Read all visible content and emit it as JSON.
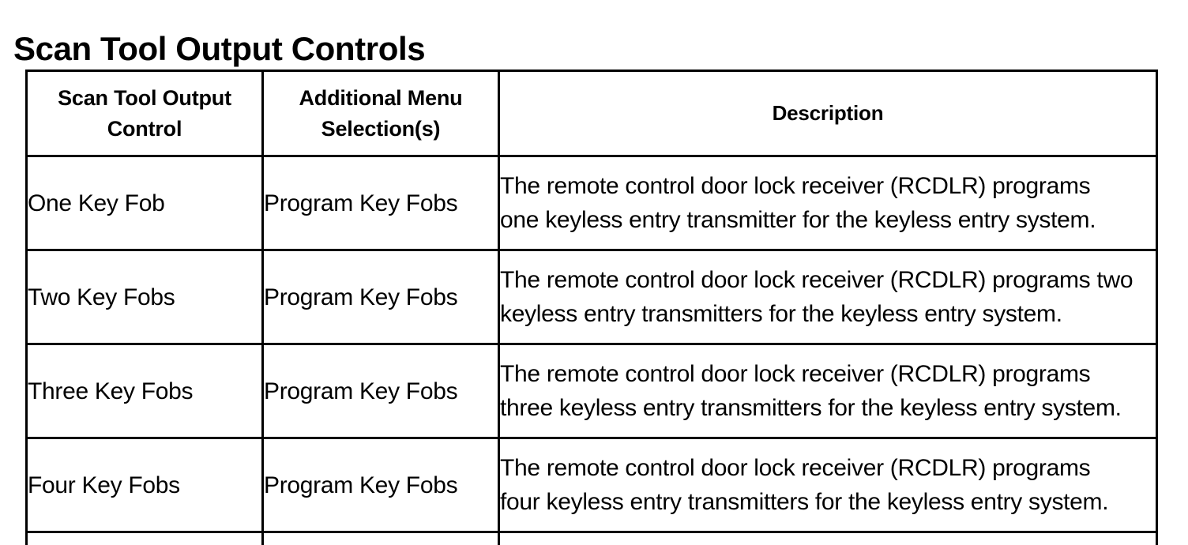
{
  "page": {
    "title": "Scan Tool Output Controls",
    "background_color": "#ffffff",
    "text_color": "#000000",
    "border_color": "#000000"
  },
  "table": {
    "headers": {
      "control": "Scan Tool Output\nControl",
      "control_line1": "Scan Tool Output",
      "control_line2": "Control",
      "menu": "Additional Menu\nSelection(s)",
      "menu_line1": "Additional Menu",
      "menu_line2": "Selection(s)",
      "description": "Description"
    },
    "rows": [
      {
        "control": "One Key Fob",
        "menu": "Program Key Fobs",
        "description": "The remote control door lock receiver (RCDLR) programs one keyless entry transmitter for the keyless entry system.",
        "description_line1": "The remote control door lock receiver (RCDLR) programs",
        "description_line2": "one keyless entry transmitter for the keyless entry system."
      },
      {
        "control": "Two Key Fobs",
        "menu": "Program Key Fobs",
        "description": "The remote control door lock receiver (RCDLR) programs two keyless entry transmitters for the keyless entry system.",
        "description_line1": "The remote control door lock receiver (RCDLR) programs two",
        "description_line2": "keyless entry transmitters for the keyless entry system."
      },
      {
        "control": "Three Key Fobs",
        "menu": "Program Key Fobs",
        "description": "The remote control door lock receiver (RCDLR) programs three keyless entry transmitters for the keyless entry system.",
        "description_line1": "The remote control door lock receiver (RCDLR) programs",
        "description_line2": "three keyless entry transmitters for the keyless entry system."
      },
      {
        "control": "Four Key Fobs",
        "menu": "Program Key Fobs",
        "description": "The remote control door lock receiver (RCDLR) programs four keyless entry transmitters for the keyless entry system.",
        "description_line1": "The remote control door lock receiver (RCDLR) programs",
        "description_line2": "four keyless entry transmitters for the keyless entry system."
      },
      {
        "control": "",
        "menu": "",
        "description": "",
        "description_line1": "",
        "description_line2": ""
      }
    ]
  }
}
